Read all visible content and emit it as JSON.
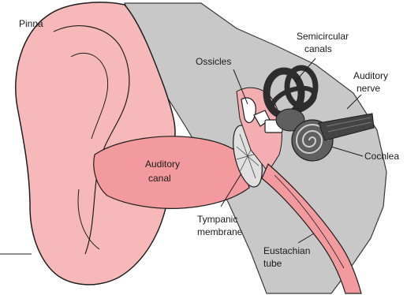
{
  "colors": {
    "skin_fill": "#f6b8b8",
    "skin_stroke": "#1e1e1e",
    "canal_fill": "#f29a9e",
    "bone_fill": "#c8c8c8",
    "inner_ear_fill": "#5f5f5f",
    "background": "#ffffff"
  },
  "labels": {
    "pinna": "Pinna",
    "ossicles": "Ossicles",
    "semicircular_canals": [
      "Semicircular",
      "canals"
    ],
    "auditory_nerve": [
      "Auditory",
      "nerve"
    ],
    "cochlea": "Cochlea",
    "auditory_canal": [
      "Auditory",
      "canal"
    ],
    "tympanic_membrane": [
      "Tympanic",
      "membrane"
    ],
    "eustachian_tube": [
      "Eustachian",
      "tube"
    ]
  }
}
